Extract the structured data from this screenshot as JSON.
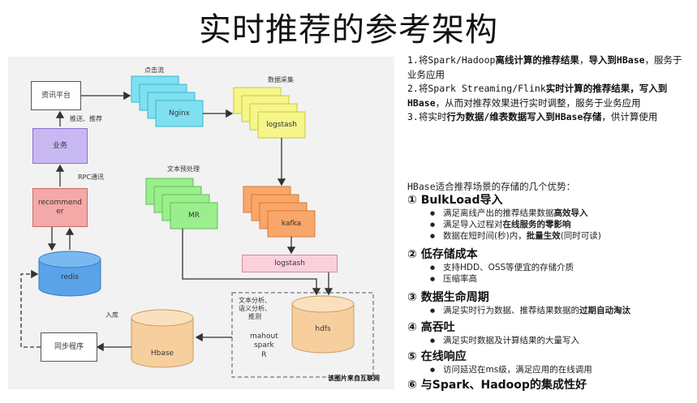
{
  "title": "实时推荐的参考架构",
  "diagram": {
    "nodes": {
      "news_platform": "资讯平台",
      "nginx": "Nginx",
      "logstash_top": "logstash",
      "business": "业务",
      "recommender": "recommend\ner",
      "mr": "MR",
      "kafka": "kafka",
      "logstash_mid": "logstash",
      "redis": "redis",
      "hdfs": "hdfs",
      "hbase": "Hbase",
      "sync": "同步程序"
    },
    "labels": {
      "click_stream": "点击流",
      "data_collect": "数据采集",
      "push_recommend": "推送、推荐",
      "rpc": "RPC通讯",
      "text_preprocess": "文本预处理",
      "text_analysis": "文本分析、\n语义分析、\n推测",
      "mahout": "mahout\nspark\nR",
      "warehouse": "入库"
    },
    "watermark": "该图片来自互联网"
  },
  "paragraphs": [
    {
      "prefix": "1.将Spark/Hadoop",
      "b1": "离线计算的推荐结果",
      "mid": "，",
      "b2": "导入到HBase",
      "suffix": "，服务于业务应用"
    },
    {
      "prefix": "2.将Spark Streaming/Flink",
      "b1": "实时计算的推荐结果，写入到HBase",
      "mid": "",
      "b2": "",
      "suffix": "，从而对推荐效果进行实时调整，服务于业务应用"
    },
    {
      "prefix": "3.将实时",
      "b1": "行为数据/维表数据写入到HBase存储",
      "mid": "",
      "b2": "",
      "suffix": "，供计算使用"
    }
  ],
  "subhead": "HBase适合推荐场景的存储的几个优势：",
  "advantages": [
    {
      "num": "①",
      "title": "BulkLoad导入",
      "bullets": [
        {
          "a": "满足离线产出的推荐结果数据",
          "b": "高效导入",
          "c": ""
        },
        {
          "a": "满足导入过程对",
          "b": "在线服务的零影响",
          "c": ""
        },
        {
          "a": "数据在短时间(秒)内，",
          "b": "批量生效",
          "c": "(同时可读)"
        }
      ]
    },
    {
      "num": "②",
      "title": "低存储成本",
      "bullets": [
        {
          "a": "支持HDD、OSS等便宜的存储介质",
          "b": "",
          "c": ""
        },
        {
          "a": "压缩率高",
          "b": "",
          "c": ""
        }
      ]
    },
    {
      "num": "③",
      "title": "数据生命周期",
      "bullets": [
        {
          "a": "满足实时行为数据、推荐结果数据的",
          "b": "过期自动淘汰",
          "c": ""
        }
      ]
    },
    {
      "num": "④",
      "title": "高吞吐",
      "bullets": [
        {
          "a": "满足实时数据及计算结果的大量写入",
          "b": "",
          "c": ""
        }
      ]
    },
    {
      "num": "⑤",
      "title": "在线响应",
      "bullets": [
        {
          "a": "访问延迟在ms级，满足应用的在线调用",
          "b": "",
          "c": ""
        }
      ]
    },
    {
      "num": "⑥",
      "title": "与Spark、Hadoop的集成性好",
      "bullets": []
    }
  ]
}
